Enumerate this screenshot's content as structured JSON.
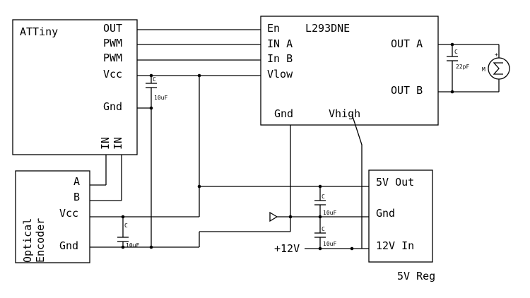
{
  "attiny": {
    "name": "ATTiny",
    "pins_right": [
      "OUT",
      "PWM",
      "PWM",
      "Vcc",
      "Gnd"
    ],
    "pins_bottom": [
      "IN",
      "IN"
    ]
  },
  "l293": {
    "name": "L293DNE",
    "pins_left": [
      "En",
      "IN A",
      "In B",
      "Vlow"
    ],
    "pins_right": [
      "OUT A",
      "OUT B"
    ],
    "pins_bottom": [
      "Gnd",
      "Vhigh"
    ]
  },
  "encoder": {
    "name_line1": "Optical",
    "name_line2": "Encoder",
    "pins": [
      "A",
      "B",
      "Vcc",
      "Gnd"
    ]
  },
  "regulator": {
    "pins": [
      "5V Out",
      "Gnd",
      "12V In"
    ],
    "caption": "5V Reg"
  },
  "supply_label": "+12V",
  "capacitors": {
    "c_attiny": {
      "ref": "C",
      "value": "10uF"
    },
    "c_encoder": {
      "ref": "C",
      "value": "10uF"
    },
    "c_reg_out": {
      "ref": "C",
      "value": "10uF"
    },
    "c_reg_in": {
      "ref": "C",
      "value": "10uF"
    },
    "c_motor": {
      "ref": "C",
      "value": "22pF"
    }
  },
  "motor": {
    "ref": "M",
    "plus": "+"
  }
}
